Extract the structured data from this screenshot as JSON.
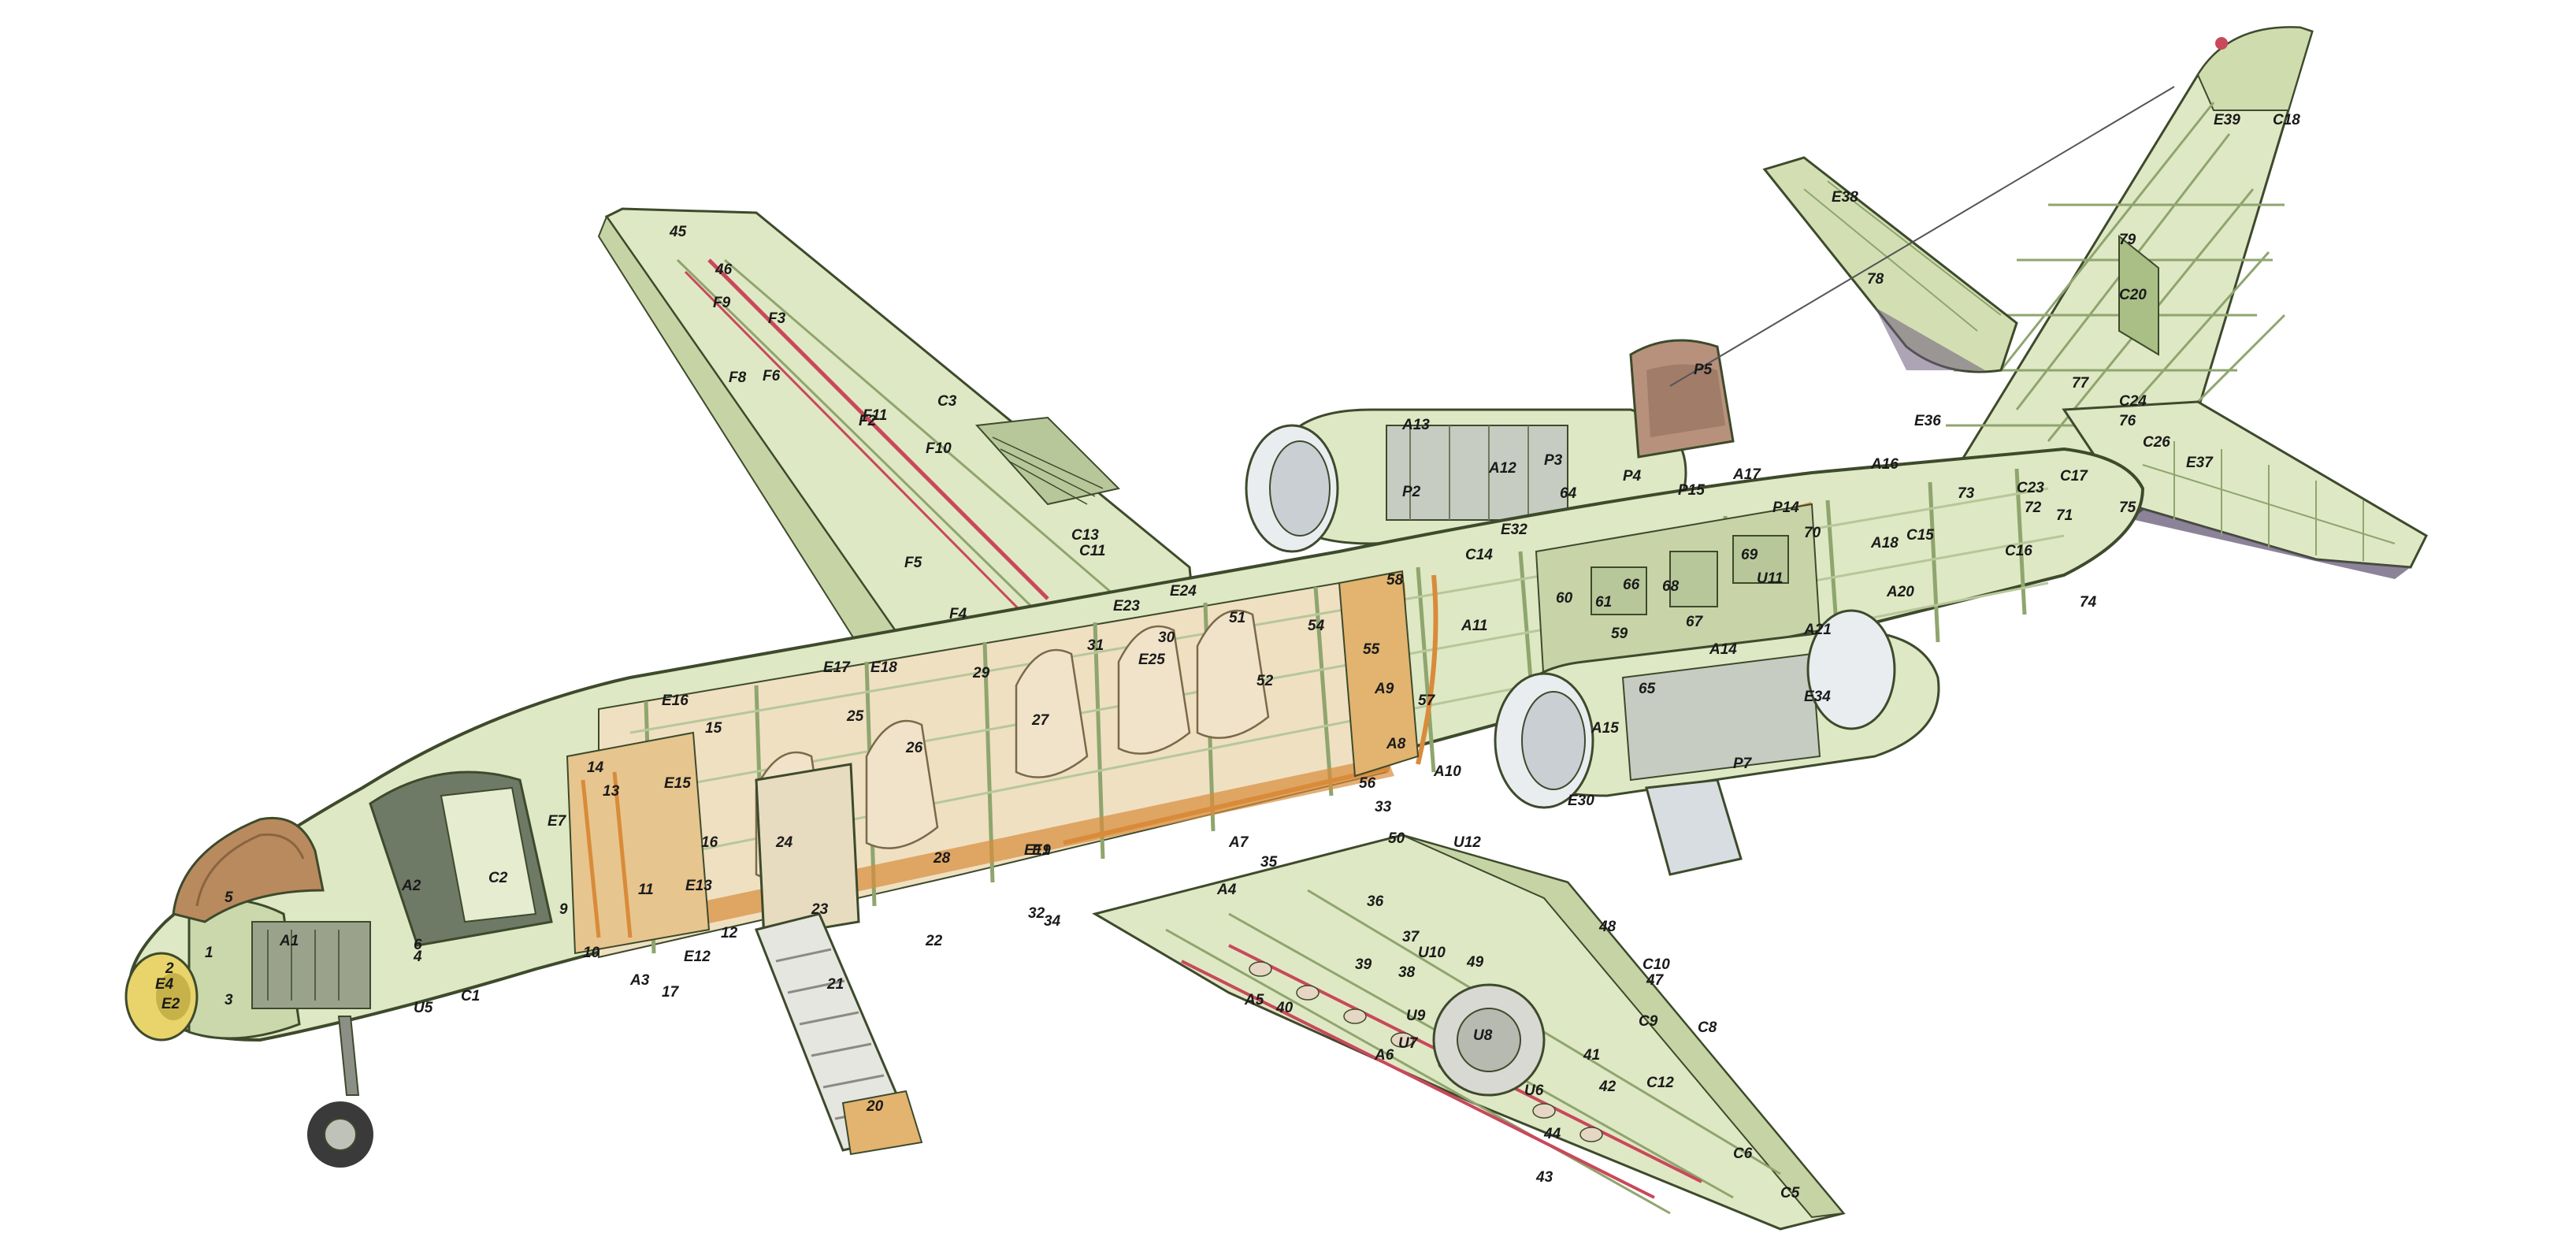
{
  "palette": {
    "skin": "#dfe8c4",
    "skin_dark": "#b7c79a",
    "structure": "#8fa56e",
    "line": "#3d4a2c",
    "interior": "#efe0c2",
    "seat": "#f1e3c9",
    "orange": "#d98b3a",
    "red_line": "#c9485b",
    "radome": "#e8d46a",
    "door": "#b98a5e",
    "engine_metal": "#d7dde0",
    "tyre": "#3a3a3a"
  },
  "callouts": [
    {
      "label": "1"
    },
    {
      "label": "2"
    },
    {
      "label": "3"
    },
    {
      "label": "4"
    },
    {
      "label": "5"
    },
    {
      "label": "6"
    },
    {
      "label": "9"
    },
    {
      "label": "10"
    },
    {
      "label": "11"
    },
    {
      "label": "12"
    },
    {
      "label": "13"
    },
    {
      "label": "14"
    },
    {
      "label": "15"
    },
    {
      "label": "16"
    },
    {
      "label": "17"
    },
    {
      "label": "20"
    },
    {
      "label": "21"
    },
    {
      "label": "22"
    },
    {
      "label": "23"
    },
    {
      "label": "24"
    },
    {
      "label": "25"
    },
    {
      "label": "26"
    },
    {
      "label": "27"
    },
    {
      "label": "28"
    },
    {
      "label": "29"
    },
    {
      "label": "30"
    },
    {
      "label": "31"
    },
    {
      "label": "32"
    },
    {
      "label": "33"
    },
    {
      "label": "34"
    },
    {
      "label": "35"
    },
    {
      "label": "36"
    },
    {
      "label": "37"
    },
    {
      "label": "38"
    },
    {
      "label": "39"
    },
    {
      "label": "40"
    },
    {
      "label": "41"
    },
    {
      "label": "42"
    },
    {
      "label": "43"
    },
    {
      "label": "44"
    },
    {
      "label": "45"
    },
    {
      "label": "46"
    },
    {
      "label": "47"
    },
    {
      "label": "48"
    },
    {
      "label": "49"
    },
    {
      "label": "50"
    },
    {
      "label": "51"
    },
    {
      "label": "52"
    },
    {
      "label": "54"
    },
    {
      "label": "55"
    },
    {
      "label": "56"
    },
    {
      "label": "57"
    },
    {
      "label": "58"
    },
    {
      "label": "59"
    },
    {
      "label": "60"
    },
    {
      "label": "61"
    },
    {
      "label": "64"
    },
    {
      "label": "65"
    },
    {
      "label": "66"
    },
    {
      "label": "67"
    },
    {
      "label": "68"
    },
    {
      "label": "69"
    },
    {
      "label": "70"
    },
    {
      "label": "71"
    },
    {
      "label": "72"
    },
    {
      "label": "73"
    },
    {
      "label": "74"
    },
    {
      "label": "75"
    },
    {
      "label": "76"
    },
    {
      "label": "77"
    },
    {
      "label": "78"
    },
    {
      "label": "79"
    },
    {
      "label": "A1"
    },
    {
      "label": "A2"
    },
    {
      "label": "A3"
    },
    {
      "label": "A4"
    },
    {
      "label": "A5"
    },
    {
      "label": "A6"
    },
    {
      "label": "A7"
    },
    {
      "label": "A8"
    },
    {
      "label": "A9"
    },
    {
      "label": "A10"
    },
    {
      "label": "A11"
    },
    {
      "label": "A12"
    },
    {
      "label": "A13"
    },
    {
      "label": "A14"
    },
    {
      "label": "A15"
    },
    {
      "label": "A16"
    },
    {
      "label": "A17"
    },
    {
      "label": "A18"
    },
    {
      "label": "A20"
    },
    {
      "label": "A21"
    },
    {
      "label": "C1"
    },
    {
      "label": "C2"
    },
    {
      "label": "C3"
    },
    {
      "label": "C5"
    },
    {
      "label": "C6"
    },
    {
      "label": "C8"
    },
    {
      "label": "C9"
    },
    {
      "label": "C10"
    },
    {
      "label": "C11"
    },
    {
      "label": "C12"
    },
    {
      "label": "C13"
    },
    {
      "label": "C14"
    },
    {
      "label": "C15"
    },
    {
      "label": "C16"
    },
    {
      "label": "C17"
    },
    {
      "label": "C18"
    },
    {
      "label": "C20"
    },
    {
      "label": "C23"
    },
    {
      "label": "C24"
    },
    {
      "label": "C26"
    },
    {
      "label": "E1"
    },
    {
      "label": "E2"
    },
    {
      "label": "E4"
    },
    {
      "label": "E7"
    },
    {
      "label": "E12"
    },
    {
      "label": "E13"
    },
    {
      "label": "E15"
    },
    {
      "label": "E16"
    },
    {
      "label": "E17"
    },
    {
      "label": "E18"
    },
    {
      "label": "E19"
    },
    {
      "label": "E23"
    },
    {
      "label": "E24"
    },
    {
      "label": "E25"
    },
    {
      "label": "E30"
    },
    {
      "label": "E32"
    },
    {
      "label": "E34"
    },
    {
      "label": "E36"
    },
    {
      "label": "E37"
    },
    {
      "label": "E38"
    },
    {
      "label": "E39"
    },
    {
      "label": "F2"
    },
    {
      "label": "F3"
    },
    {
      "label": "F4"
    },
    {
      "label": "F5"
    },
    {
      "label": "F6"
    },
    {
      "label": "F8"
    },
    {
      "label": "F9"
    },
    {
      "label": "F10"
    },
    {
      "label": "F11"
    },
    {
      "label": "P2"
    },
    {
      "label": "P3"
    },
    {
      "label": "P4"
    },
    {
      "label": "P5"
    },
    {
      "label": "P7"
    },
    {
      "label": "P14"
    },
    {
      "label": "P15"
    },
    {
      "label": "U5"
    },
    {
      "label": "U6"
    },
    {
      "label": "U7"
    },
    {
      "label": "U8"
    },
    {
      "label": "U9"
    },
    {
      "label": "U10"
    },
    {
      "label": "U11"
    },
    {
      "label": "U12"
    }
  ]
}
